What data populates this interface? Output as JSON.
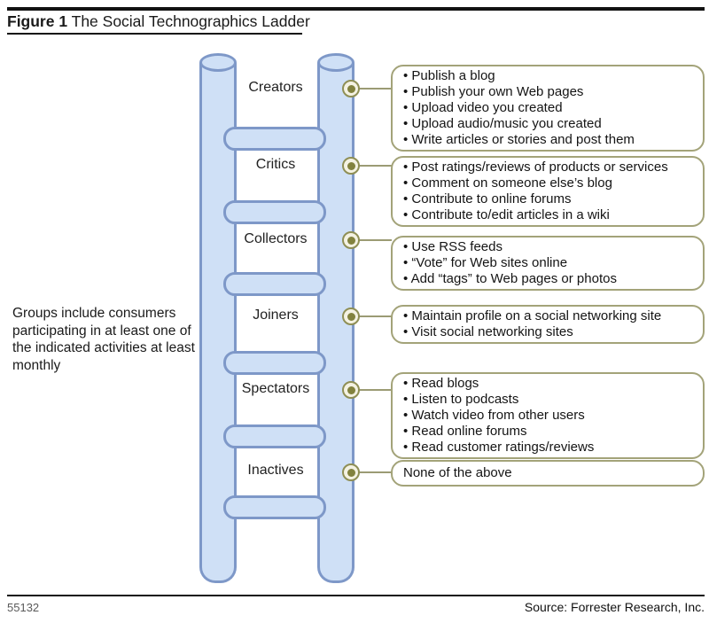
{
  "header": {
    "figure_label": "Figure 1",
    "figure_title": "The Social Technographics Ladder"
  },
  "annotation": {
    "text": "Groups include consumers participating in at least one of the indicated activities at least monthly"
  },
  "ladder": {
    "groups": [
      {
        "name": "Creators",
        "activities": [
          "Publish a blog",
          "Publish your own Web pages",
          "Upload video you created",
          "Upload audio/music you created",
          "Write articles or stories and post them"
        ]
      },
      {
        "name": "Critics",
        "activities": [
          "Post ratings/reviews of products or services",
          "Comment on someone else’s blog",
          "Contribute to online forums",
          "Contribute to/edit articles in a wiki"
        ]
      },
      {
        "name": "Collectors",
        "activities": [
          "Use RSS feeds",
          "“Vote” for Web sites online",
          "Add “tags” to Web pages or photos"
        ]
      },
      {
        "name": "Joiners",
        "activities": [
          "Maintain profile on a social networking site",
          "Visit social networking sites"
        ]
      },
      {
        "name": "Spectators",
        "activities": [
          "Read blogs",
          "Listen to podcasts",
          "Watch video from other users",
          "Read online forums",
          "Read customer ratings/reviews"
        ]
      },
      {
        "name": "Inactives",
        "activities": [
          "None of the above"
        ]
      }
    ]
  },
  "footer": {
    "figure_number": "55132",
    "source": "Source: Forrester Research, Inc."
  },
  "colors": {
    "rail_fill": "#cfe0f6",
    "rail_stroke": "#7e98c8",
    "callout_border": "#a3a379",
    "marker_olive": "#82823e",
    "rule_black": "#121212"
  }
}
